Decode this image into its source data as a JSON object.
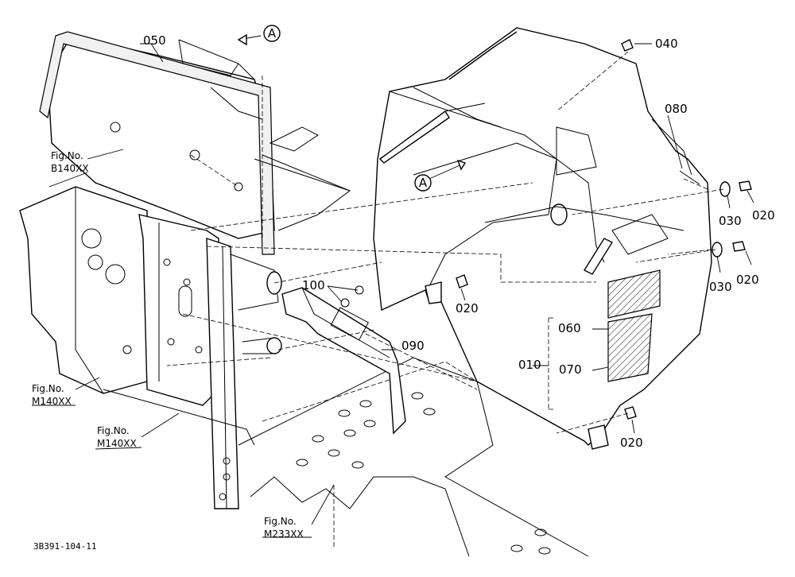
{
  "part_labels": {
    "p050": "050",
    "p040": "040",
    "p080": "080",
    "p020a": "020",
    "p030a": "030",
    "p020b": "020",
    "p030b": "030",
    "p100": "100",
    "p020c": "020",
    "p090": "090",
    "p060": "060",
    "p070": "070",
    "p010": "010",
    "p020d": "020"
  },
  "marker": {
    "top": "A",
    "mid": "A"
  },
  "figure_refs": {
    "ref1_line1": "Fig.No.",
    "ref1_line2": "B140XX",
    "ref2_line1": "Fig.No.",
    "ref2_line2": "M140XX",
    "ref3_line1": "Fig.No.",
    "ref3_line2": "M140XX",
    "ref4_line1": "Fig.No.",
    "ref4_line2": "M233XX"
  },
  "drawing_code": "3B391-104-11"
}
